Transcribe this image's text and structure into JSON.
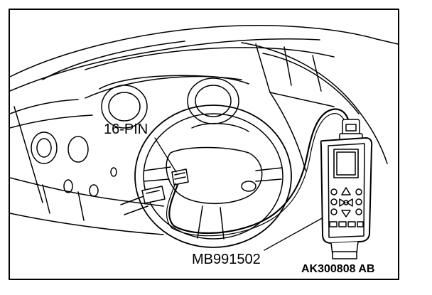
{
  "diagram": {
    "labels": {
      "connector": "16-PIN",
      "tool_part_number": "MB991502",
      "figure_reference": "AK300808 AB"
    },
    "colors": {
      "line": "#000000",
      "background": "#ffffff"
    },
    "components": [
      "dashboard",
      "steering-wheel",
      "diagnostic-connector",
      "scan-tool",
      "cable"
    ]
  }
}
